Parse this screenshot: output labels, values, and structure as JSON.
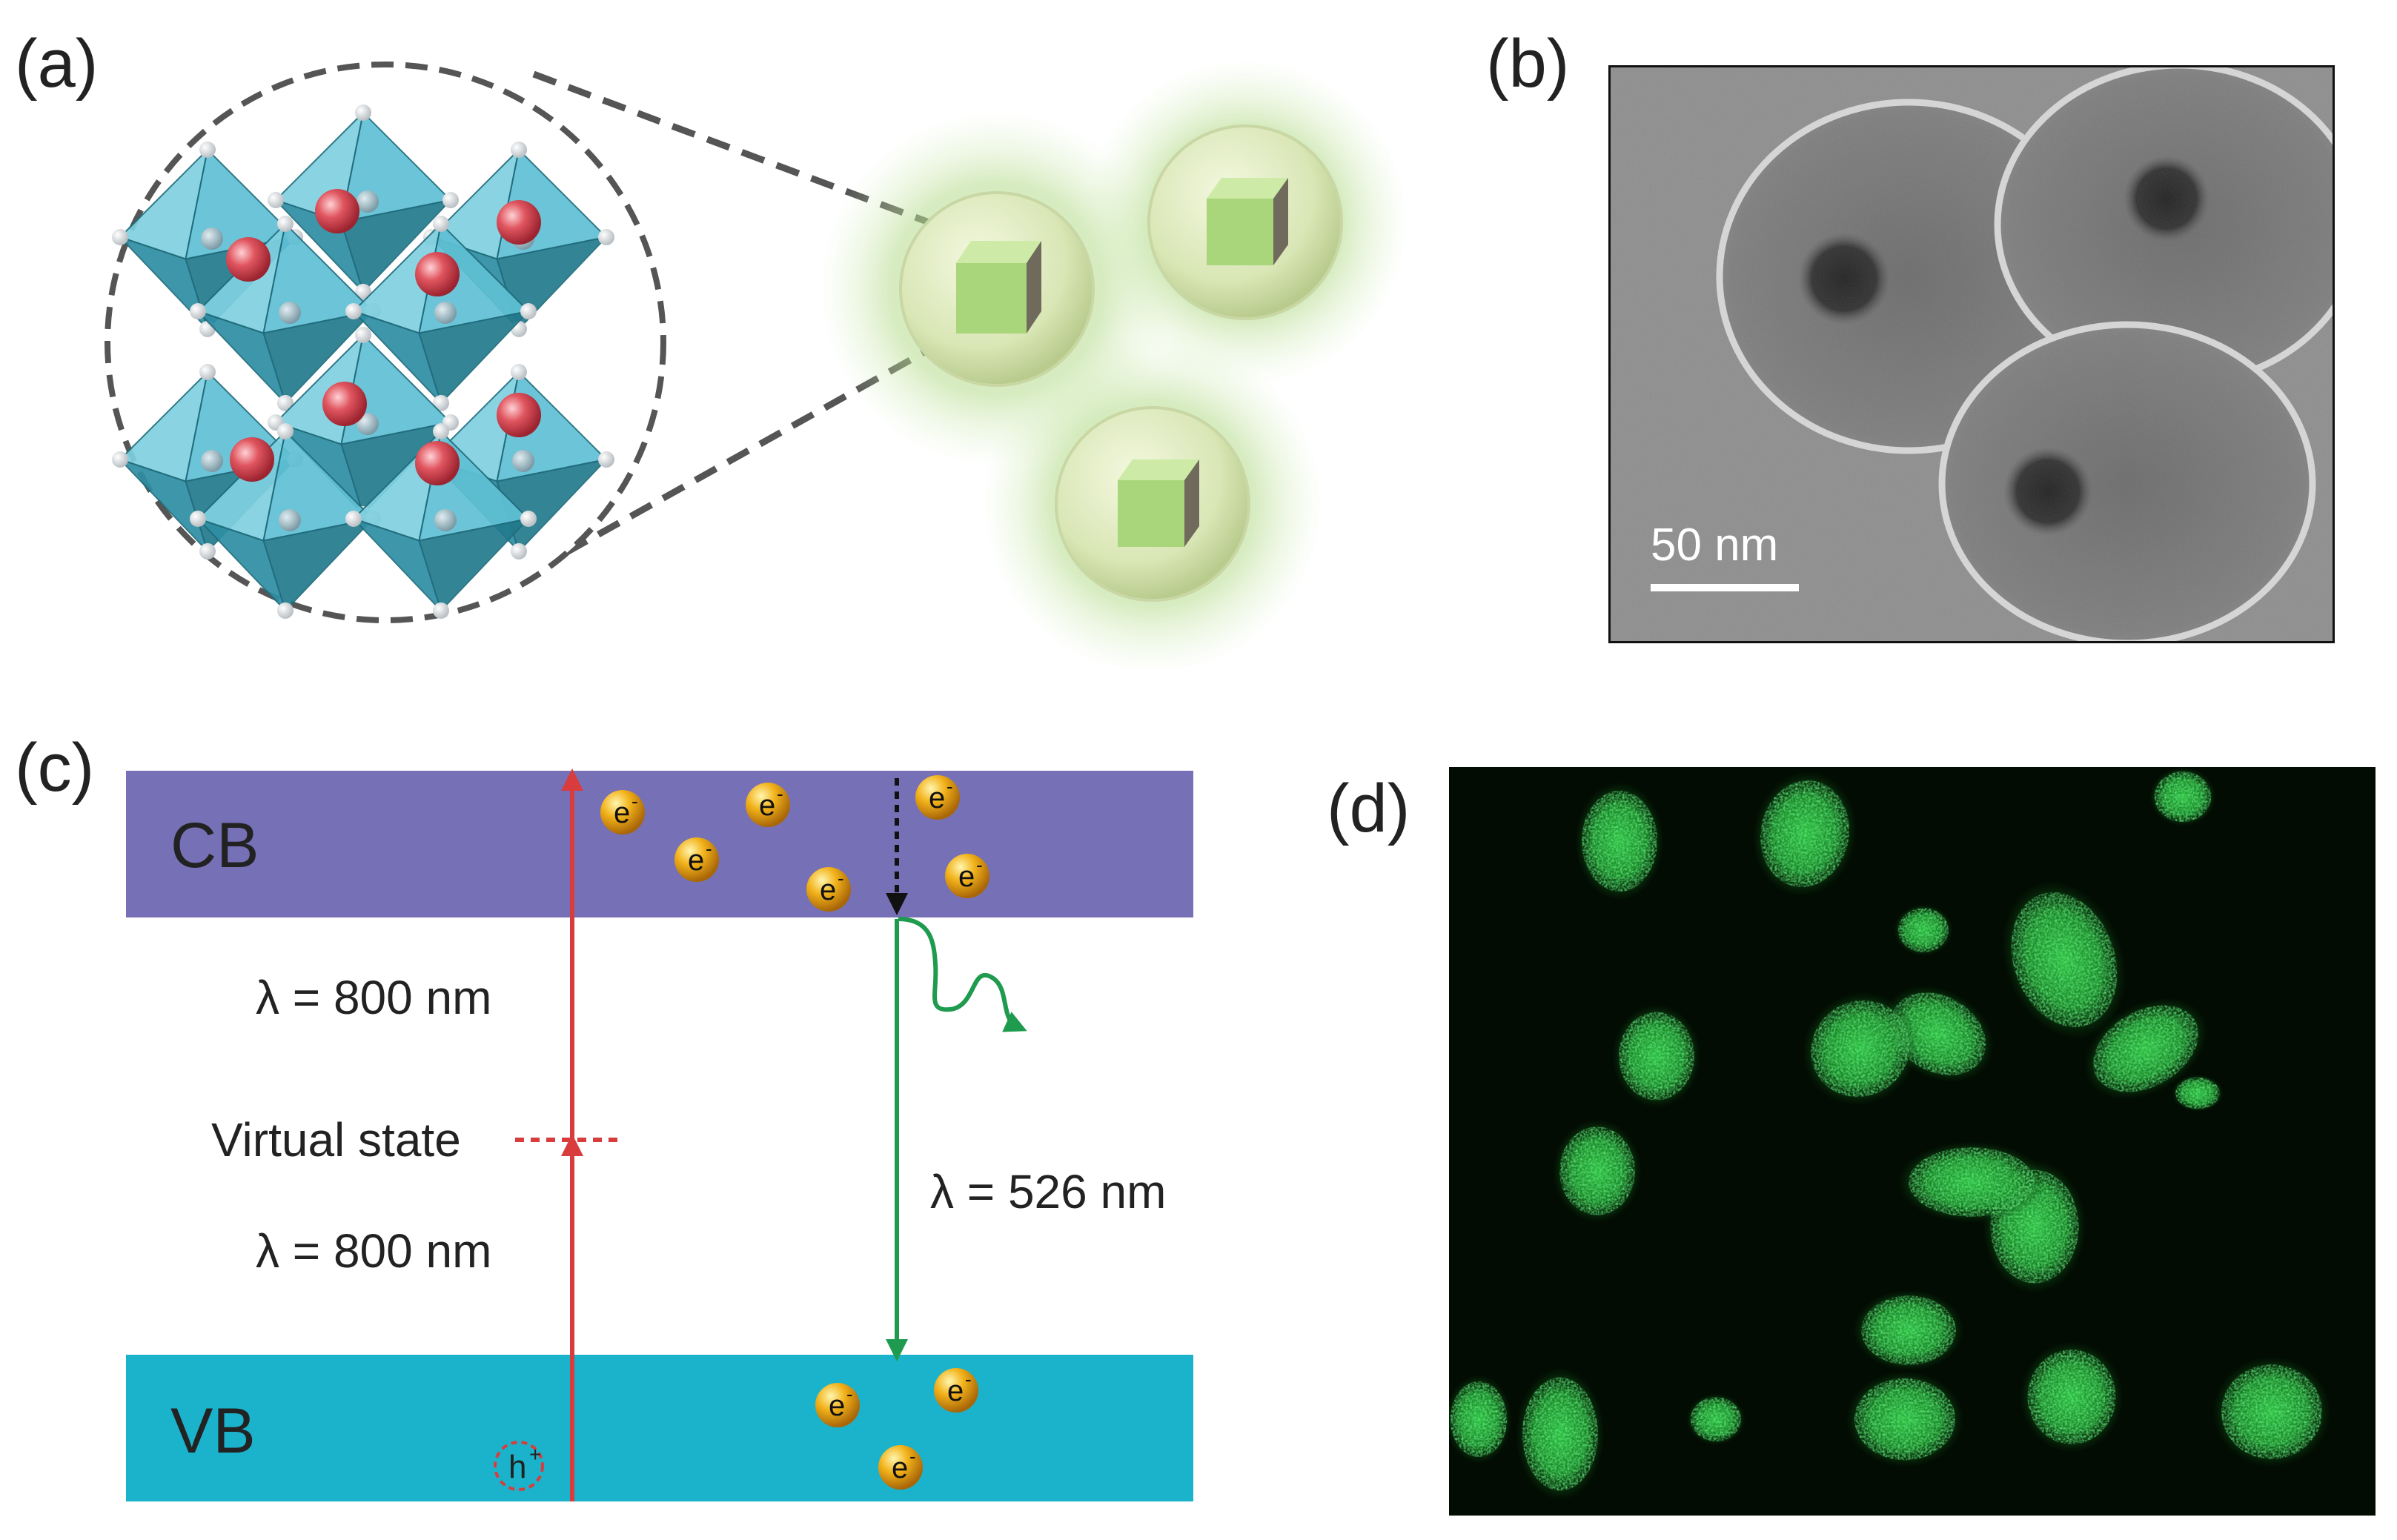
{
  "figure": {
    "panels": {
      "a": {
        "label": "(a)"
      },
      "b": {
        "label": "(b)",
        "scale_bar": "50 nm"
      },
      "c": {
        "label": "(c)",
        "cb_label": "CB",
        "vb_label": "VB",
        "excitation_upper": "λ = 800 nm",
        "excitation_lower": "λ = 800 nm",
        "virtual_state": "Virtual state",
        "emission": "λ = 526 nm",
        "electron_symbol": "e",
        "electron_charge": "-",
        "hole_symbol": "h",
        "hole_charge": "+"
      },
      "d": {
        "label": "(d)"
      }
    },
    "colors": {
      "cb_band": "#7670b6",
      "vb_band": "#1bb3cb",
      "excitation_arrow": "#d83c3c",
      "emission_arrow": "#1f9b4f",
      "octahedra": "#4fb3c8",
      "a_site_atom": "#d94b57",
      "fluorescence": "#22c23a"
    }
  }
}
